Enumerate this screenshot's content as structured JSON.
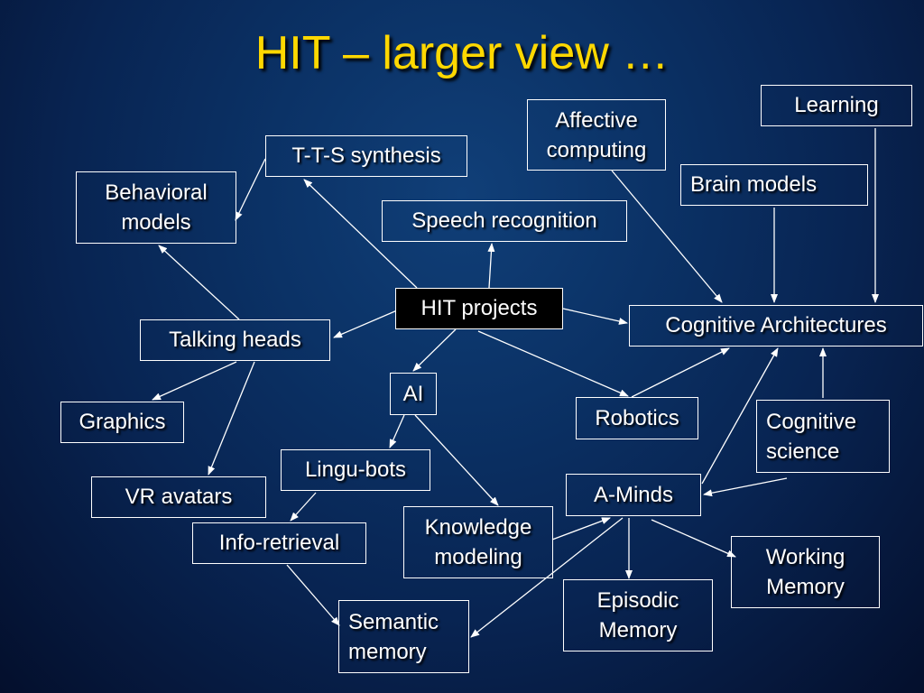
{
  "slide": {
    "title": "HIT – larger view …",
    "text_color": "#ffffff",
    "title_color": "#ffd800",
    "background_color": "#0b3266"
  },
  "nodes": {
    "learning": "Learning",
    "affective_computing": "Affective\ncomputing",
    "tts_synthesis": "T-T-S synthesis",
    "behavioral_models": "Behavioral\nmodels",
    "brain_models": "Brain models",
    "speech_recognition": "Speech recognition",
    "hit_projects": "HIT projects",
    "cognitive_architectures": "Cognitive Architectures",
    "talking_heads": "Talking heads",
    "ai": "AI",
    "robotics": "Robotics",
    "graphics": "Graphics",
    "cognitive_science": "Cognitive\nscience",
    "lingu_bots": "Lingu-bots",
    "a_minds": "A-Minds",
    "vr_avatars": "VR avatars",
    "knowledge_modeling": "Knowledge\nmodeling",
    "info_retrieval": "Info-retrieval",
    "working_memory": "Working\nMemory",
    "episodic_memory": "Episodic\nMemory",
    "semantic_memory": "Semantic\nmemory"
  },
  "edges": [
    {
      "from": "hit_projects",
      "to": "tts_synthesis"
    },
    {
      "from": "hit_projects",
      "to": "speech_recognition"
    },
    {
      "from": "hit_projects",
      "to": "cognitive_architectures"
    },
    {
      "from": "hit_projects",
      "to": "talking_heads"
    },
    {
      "from": "hit_projects",
      "to": "ai"
    },
    {
      "from": "hit_projects",
      "to": "robotics"
    },
    {
      "from": "tts_synthesis",
      "to": "behavioral_models"
    },
    {
      "from": "talking_heads",
      "to": "behavioral_models"
    },
    {
      "from": "talking_heads",
      "to": "graphics"
    },
    {
      "from": "talking_heads",
      "to": "vr_avatars"
    },
    {
      "from": "affective_computing",
      "to": "cognitive_architectures"
    },
    {
      "from": "brain_models",
      "to": "cognitive_architectures"
    },
    {
      "from": "learning",
      "to": "cognitive_architectures"
    },
    {
      "from": "cognitive_science",
      "to": "cognitive_architectures"
    },
    {
      "from": "robotics",
      "to": "cognitive_architectures"
    },
    {
      "from": "a_minds",
      "to": "cognitive_architectures"
    },
    {
      "from": "cognitive_science",
      "to": "a_minds"
    },
    {
      "from": "ai",
      "to": "lingu_bots"
    },
    {
      "from": "ai",
      "to": "knowledge_modeling"
    },
    {
      "from": "lingu_bots",
      "to": "info_retrieval"
    },
    {
      "from": "info_retrieval",
      "to": "semantic_memory"
    },
    {
      "from": "knowledge_modeling",
      "to": "a_minds"
    },
    {
      "from": "a_minds",
      "to": "semantic_memory"
    },
    {
      "from": "a_minds",
      "to": "episodic_memory"
    },
    {
      "from": "a_minds",
      "to": "working_memory"
    }
  ]
}
